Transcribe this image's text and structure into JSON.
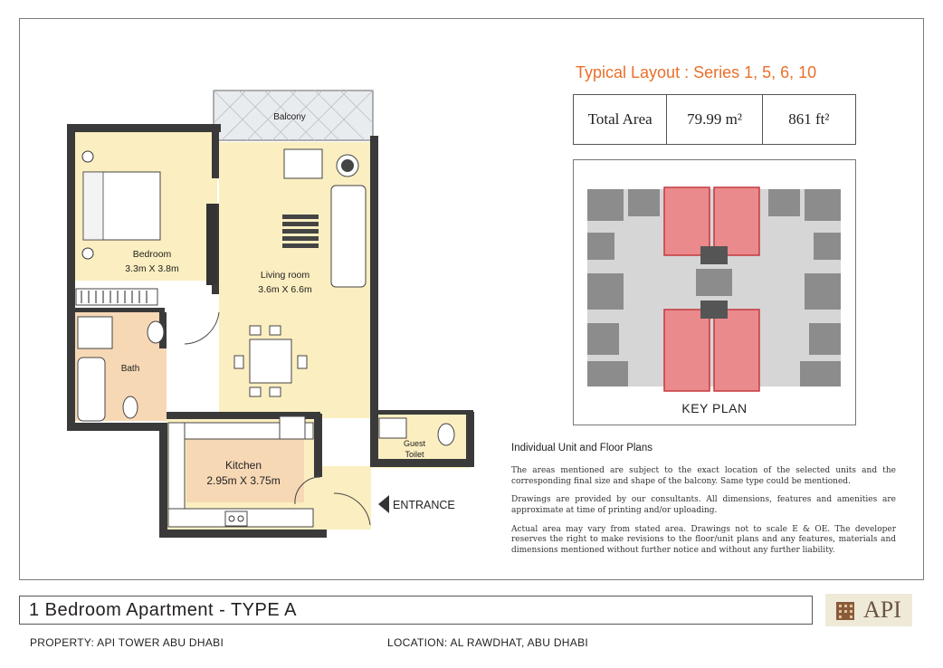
{
  "layout_title": "Typical Layout : Series 1, 5, 6, 10",
  "area": {
    "label": "Total Area",
    "sqm": "79.99 m²",
    "sqft": "861 ft²"
  },
  "key_plan_label": "KEY PLAN",
  "rooms": {
    "balcony": "Balcony",
    "bedroom": "Bedroom",
    "bedroom_size": "3.3m X 3.8m",
    "living": "Living room",
    "living_size": "3.6m X 6.6m",
    "bath": "Bath",
    "kitchen": "Kitchen",
    "kitchen_size": "2.95m X 3.75m",
    "guest_toilet_1": "Guest",
    "guest_toilet_2": "Toilet",
    "entrance": "ENTRANCE"
  },
  "notes": {
    "heading": "Individual Unit and Floor Plans",
    "p1": "The areas mentioned are subject to the exact location of  the selected units and the corresponding final size and shape of the balcony.  Same type could be mentioned.",
    "p2": "Drawings are provided by our consultants. All dimensions, features and amenities are approximate at time of printing and/or uploading.",
    "p3": "Actual area may vary from stated area. Drawings not to scale E & OE. The developer reserves the right to make revisions to the floor/unit plans and any features, materials and dimensions mentioned without further notice and without any further liability."
  },
  "footer": {
    "title": "1 Bedroom Apartment - TYPE A",
    "property": "PROPERTY: API TOWER ABU DHABI",
    "location": "LOCATION: AL RAWDHAT, ABU DHABI",
    "logo": "API"
  },
  "colors": {
    "accent": "#e8702a",
    "living": "#fbeec0",
    "kitchen": "#f7d8b5",
    "highlight": "#e8898c"
  }
}
